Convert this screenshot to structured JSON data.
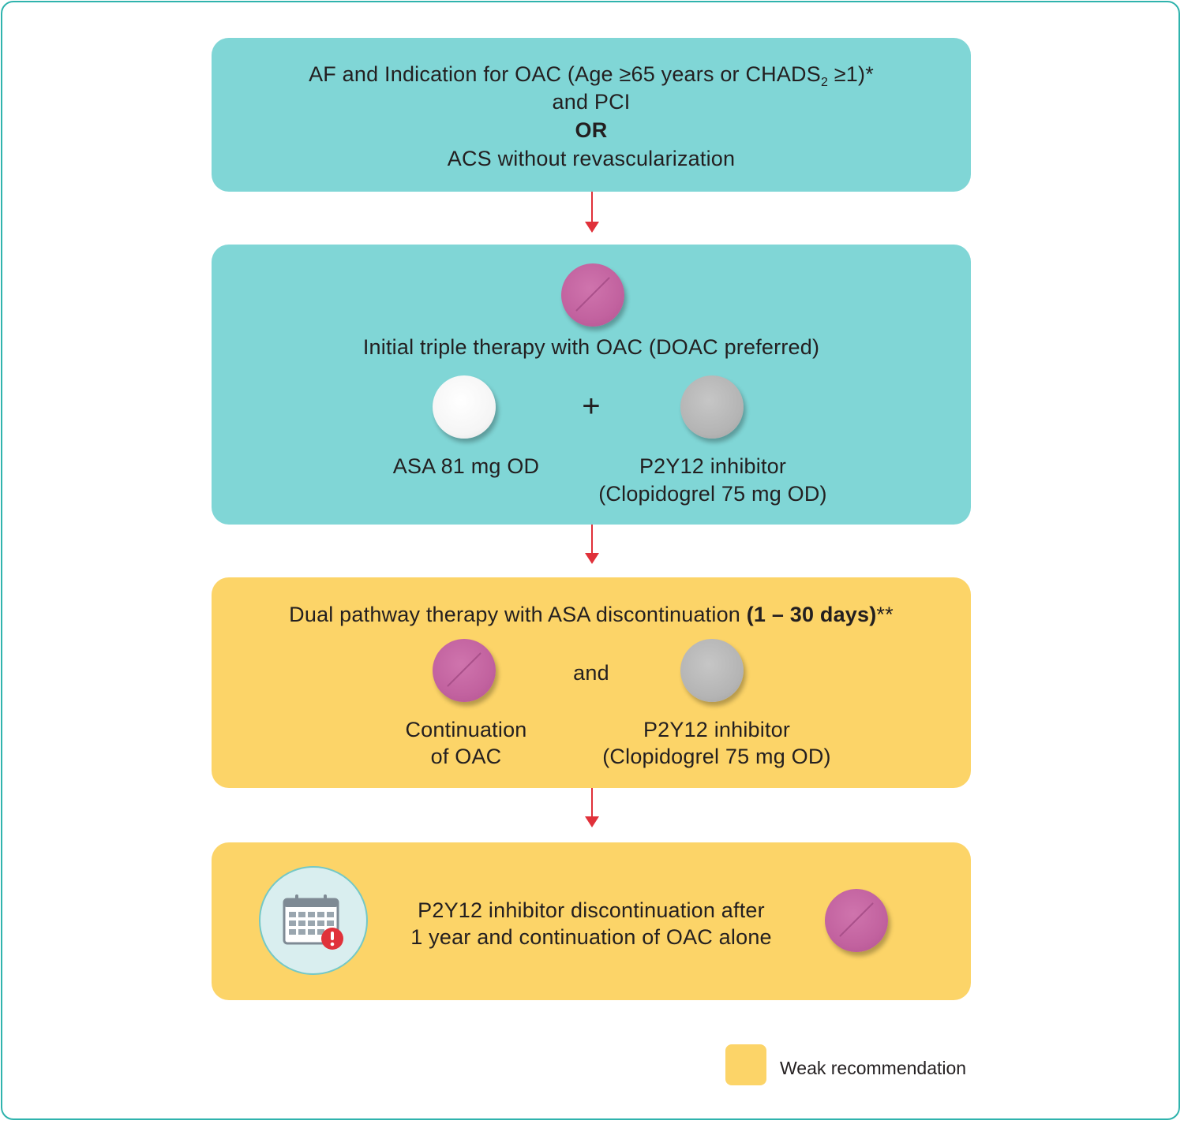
{
  "box1": {
    "line1_pre": "AF and Indication for OAC (Age ≥65 years or CHADS",
    "line1_sub": "2",
    "line1_post": " ≥1)*",
    "line2": "and PCI",
    "line3": "OR",
    "line4": "ACS without revascularization"
  },
  "box2": {
    "title": "Initial triple therapy with OAC (DOAC preferred)",
    "plus": "+",
    "asa_label": "ASA 81 mg OD",
    "p2y12_label_1": "P2Y12 inhibitor",
    "p2y12_label_2": "(Clopidogrel 75 mg OD)"
  },
  "box3": {
    "title_pre": "Dual pathway therapy with ASA discontinuation ",
    "title_bold": "(1 – 30 days)",
    "title_post": "**",
    "and": "and",
    "oac_label_1": "Continuation",
    "oac_label_2": "of OAC",
    "p2y12_label_1": "P2Y12 inhibitor",
    "p2y12_label_2": "(Clopidogrel 75 mg OD)"
  },
  "box4": {
    "line1": "P2Y12 inhibitor discontinuation after",
    "line2": "1 year and continuation of OAC alone"
  },
  "legend": {
    "label": "Weak recommendation",
    "color": "#fcd468"
  },
  "colors": {
    "teal_box": "#80d6d6",
    "yellow_box": "#fcd468",
    "arrow": "#e0313a",
    "frame": "#2fb3ad",
    "pill_pink": "#c2629f",
    "pill_white": "#f5f5f5",
    "pill_grey": "#b4b4b4"
  },
  "icons": {
    "pill_oac": "pink-pill-icon",
    "pill_asa": "white-pill-icon",
    "pill_p2y12": "grey-pill-icon",
    "calendar": "calendar-alert-icon"
  }
}
